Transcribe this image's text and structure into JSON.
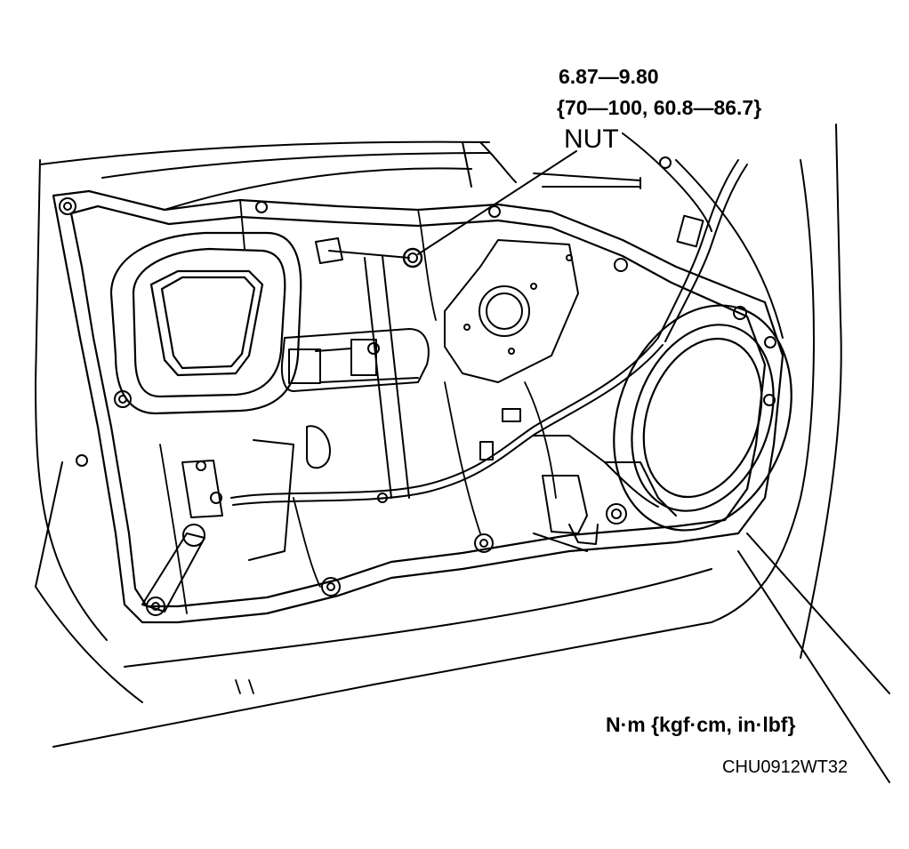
{
  "callout": {
    "torque_range": "6.87—9.80",
    "torque_alt": "{70—100, 60.8—86.7}",
    "part_name": "NUT"
  },
  "units": "N·m {kgf·cm, in·lbf}",
  "figure_code": "CHU0912WT32"
}
